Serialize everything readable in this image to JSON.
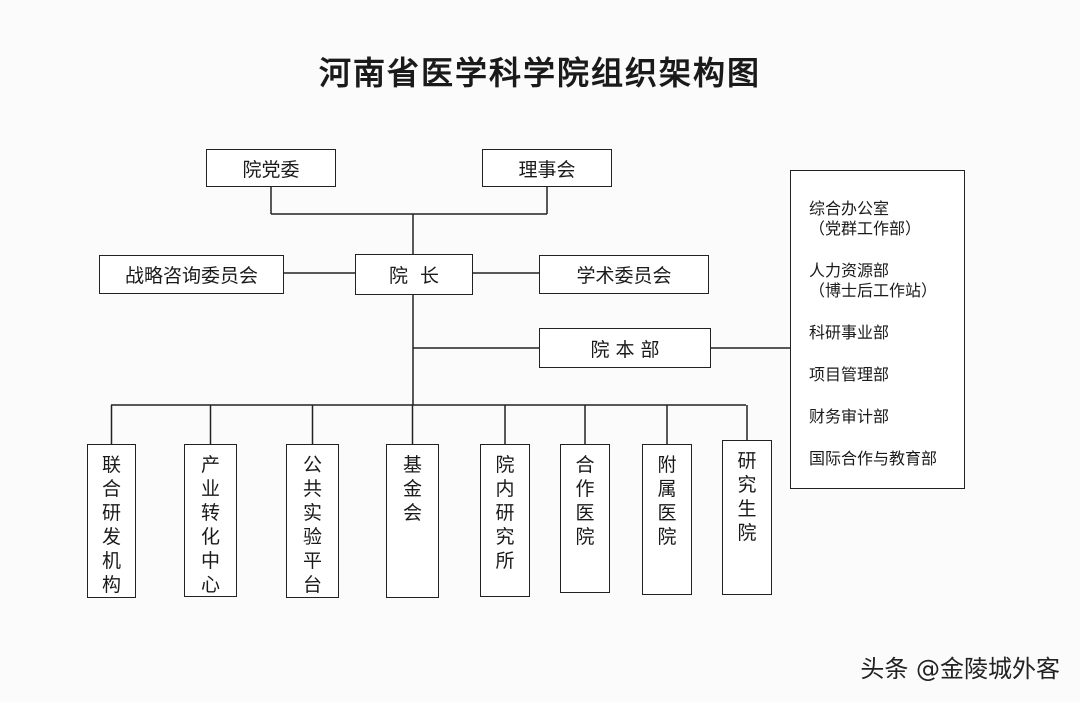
{
  "title": "河南省医学科学院组织架构图",
  "nodes": {
    "party_committee": "院党委",
    "council": "理事会",
    "president": "院  长",
    "strategy_committee": "战略咨询委员会",
    "academic_committee": "学术委员会",
    "headquarters": "院 本 部"
  },
  "departments": [
    {
      "line1": "综合办公室",
      "line2": "（党群工作部）"
    },
    {
      "line1": "人力资源部",
      "line2": "（博士后工作站）"
    },
    {
      "line1": "科研事业部"
    },
    {
      "line1": "项目管理部"
    },
    {
      "line1": "财务审计部"
    },
    {
      "line1": "国际合作与教育部"
    }
  ],
  "subunits": [
    {
      "label": "联合研发机构"
    },
    {
      "label": "产业转化中心"
    },
    {
      "label": "公共实验平台"
    },
    {
      "label": "基金会"
    },
    {
      "label": "院内研究所"
    },
    {
      "label": "合作医院"
    },
    {
      "label": "附属医院"
    },
    {
      "label": "研究生院"
    }
  ],
  "watermark": "头条 @金陵城外客"
}
